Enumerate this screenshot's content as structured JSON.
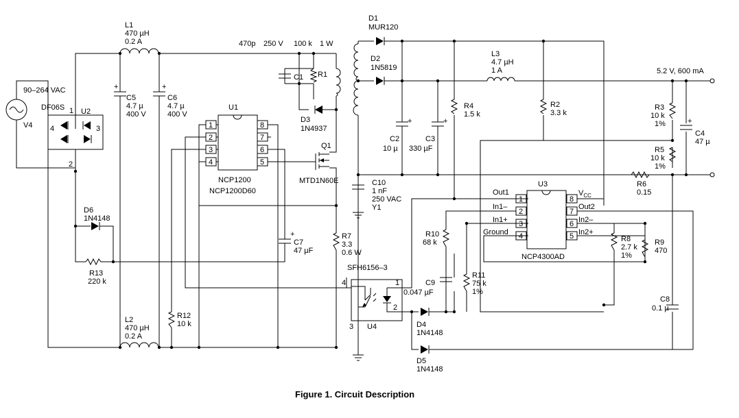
{
  "caption": "Figure 1. Circuit Description",
  "top_values": {
    "c1_cap": "470p",
    "c1_volt": "250 V",
    "r1_res": "100 k",
    "r1_power": "1 W"
  },
  "source": {
    "range": "90–264 VAC",
    "name": "V4"
  },
  "bridge": {
    "part": "DF06S",
    "ref": "U2",
    "pin1": "1",
    "pin2": "2",
    "pin3": "3",
    "pin4": "4"
  },
  "L1": {
    "ref": "L1",
    "val": "470 µH",
    "cur": "0.2 A"
  },
  "L2": {
    "ref": "L2",
    "val": "470 µH",
    "cur": "0.2 A"
  },
  "L3": {
    "ref": "L3",
    "val": "4.7 µH",
    "cur": "1 A"
  },
  "C1": "C1",
  "C2": {
    "ref": "C2",
    "val": "10 µ"
  },
  "C3": {
    "ref": "C3",
    "val": "330 µF"
  },
  "C4": {
    "ref": "C4",
    "val": "47 µ"
  },
  "C5": {
    "ref": "C5",
    "val": "4.7 µ",
    "volt": "400 V"
  },
  "C6": {
    "ref": "C6",
    "val": "4.7 µ",
    "volt": "400 V"
  },
  "C7": {
    "ref": "C7",
    "val": "47 µF"
  },
  "C8": {
    "ref": "C8",
    "val": "0.1 µ"
  },
  "C9": {
    "ref": "C9",
    "val": "0.047 µF"
  },
  "C10": {
    "ref": "C10",
    "val": "1 nF",
    "volt": "250 VAC",
    "class": "Y1"
  },
  "R1": "R1",
  "R2": {
    "ref": "R2",
    "val": "3.3 k"
  },
  "R3": {
    "ref": "R3",
    "val": "10 k",
    "tol": "1%"
  },
  "R4": {
    "ref": "R4",
    "val": "1.5 k"
  },
  "R5": {
    "ref": "R5",
    "val": "10 k",
    "tol": "1%"
  },
  "R6": {
    "ref": "R6",
    "val": "0.15"
  },
  "R7": {
    "ref": "R7",
    "val": "3.3",
    "power": "0.6 W"
  },
  "R8": {
    "ref": "R8",
    "val": "2.7 k",
    "tol": "1%"
  },
  "R9": {
    "ref": "R9",
    "val": "470"
  },
  "R10": {
    "ref": "R10",
    "val": "68 k"
  },
  "R11": {
    "ref": "R11",
    "val": "75 k",
    "tol": "1%"
  },
  "R12": {
    "ref": "R12",
    "val": "10 k"
  },
  "R13": {
    "ref": "R13",
    "val": "220 k"
  },
  "D1": {
    "ref": "D1",
    "part": "MUR120"
  },
  "D2": {
    "ref": "D2",
    "part": "1N5819"
  },
  "D3": {
    "ref": "D3",
    "part": "1N4937"
  },
  "D4": {
    "ref": "D4",
    "part": "1N4148"
  },
  "D5": {
    "ref": "D5",
    "part": "1N4148"
  },
  "D6": {
    "ref": "D6",
    "part": "1N4148"
  },
  "Q1": {
    "ref": "Q1",
    "part": "MTD1N60E"
  },
  "U1": {
    "ref": "U1",
    "part1": "NCP1200",
    "part2": "NCP1200D60",
    "pins": [
      "1",
      "2",
      "3",
      "4",
      "5",
      "6",
      "7",
      "8"
    ]
  },
  "U3": {
    "ref": "U3",
    "part": "NCP4300AD",
    "pins": [
      "1",
      "2",
      "3",
      "4",
      "5",
      "6",
      "7",
      "8"
    ],
    "labels": {
      "p1": "Out1",
      "p2": "In1–",
      "p3": "In1+",
      "p4": "Ground",
      "p5": "In2+",
      "p6": "In2–",
      "p7": "Out2",
      "p8": "V",
      "p8sub": "CC"
    }
  },
  "U4": {
    "ref": "U4",
    "part": "SFH6156–3",
    "pin1": "1",
    "pin2": "2",
    "pin3": "3",
    "pin4": "4"
  },
  "output": "5.2 V, 600 mA"
}
